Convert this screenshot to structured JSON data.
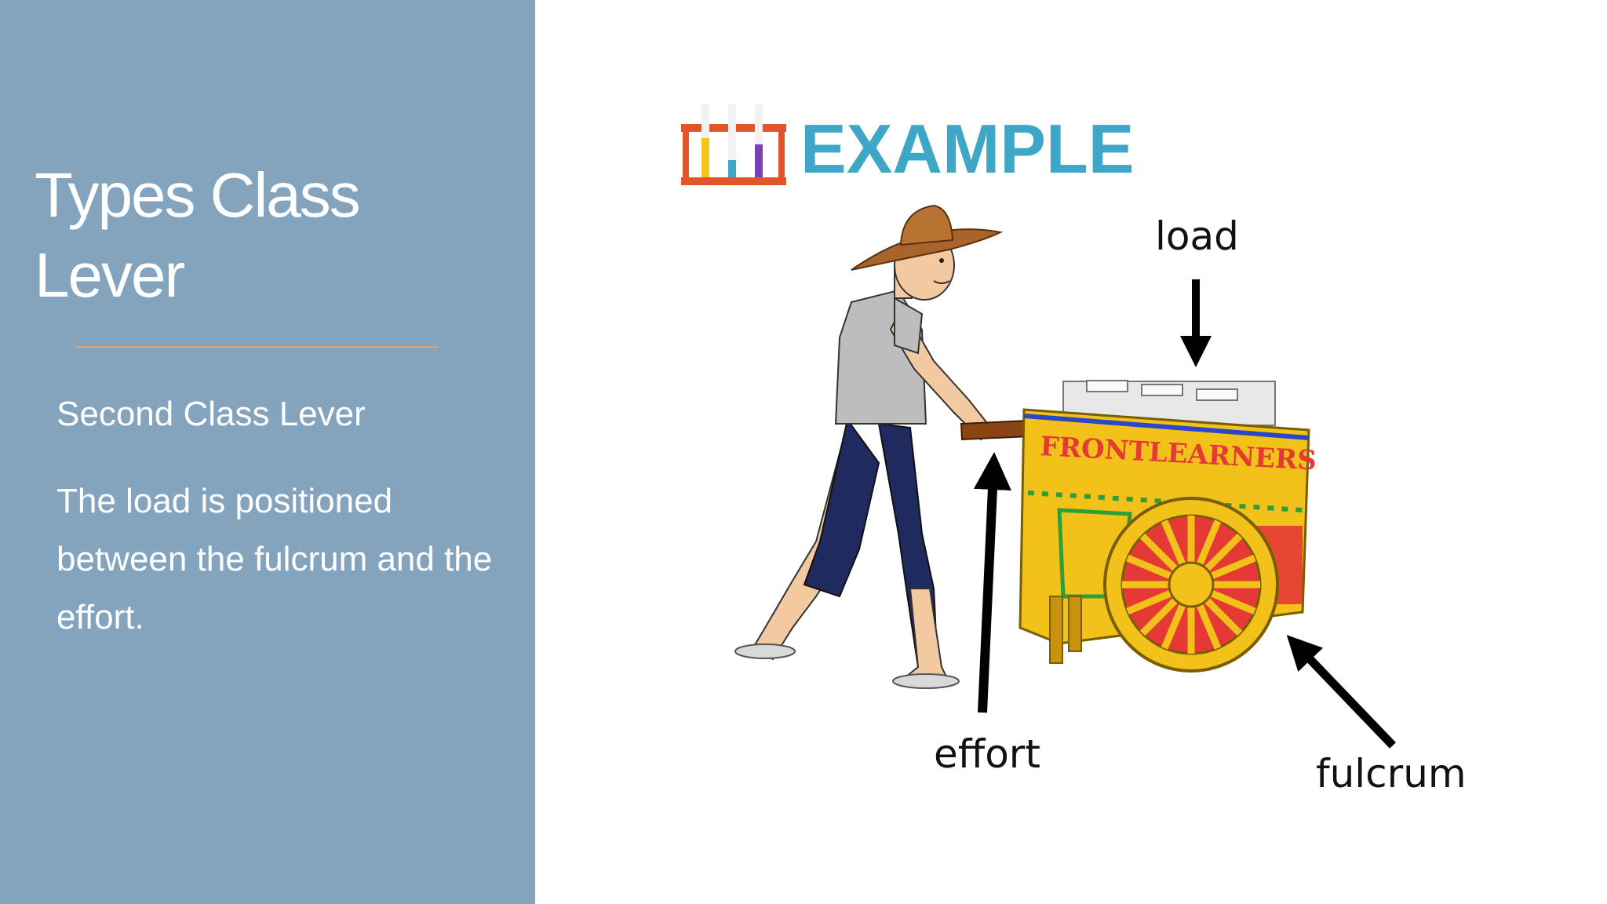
{
  "slide": {
    "title": "Types Class Lever",
    "subtitle": "Second Class Lever",
    "body": "The load is positioned between the fulcrum and the effort."
  },
  "illustration": {
    "badge_text": "EXAMPLE",
    "cart_sign": "FRONTLEARNERS",
    "labels": {
      "load": "load",
      "effort": "effort",
      "fulcrum": "fulcrum"
    }
  },
  "colors": {
    "panel": "#84a3bd",
    "accent_rule": "#d9a679",
    "example_text": "#3ea6c6"
  }
}
